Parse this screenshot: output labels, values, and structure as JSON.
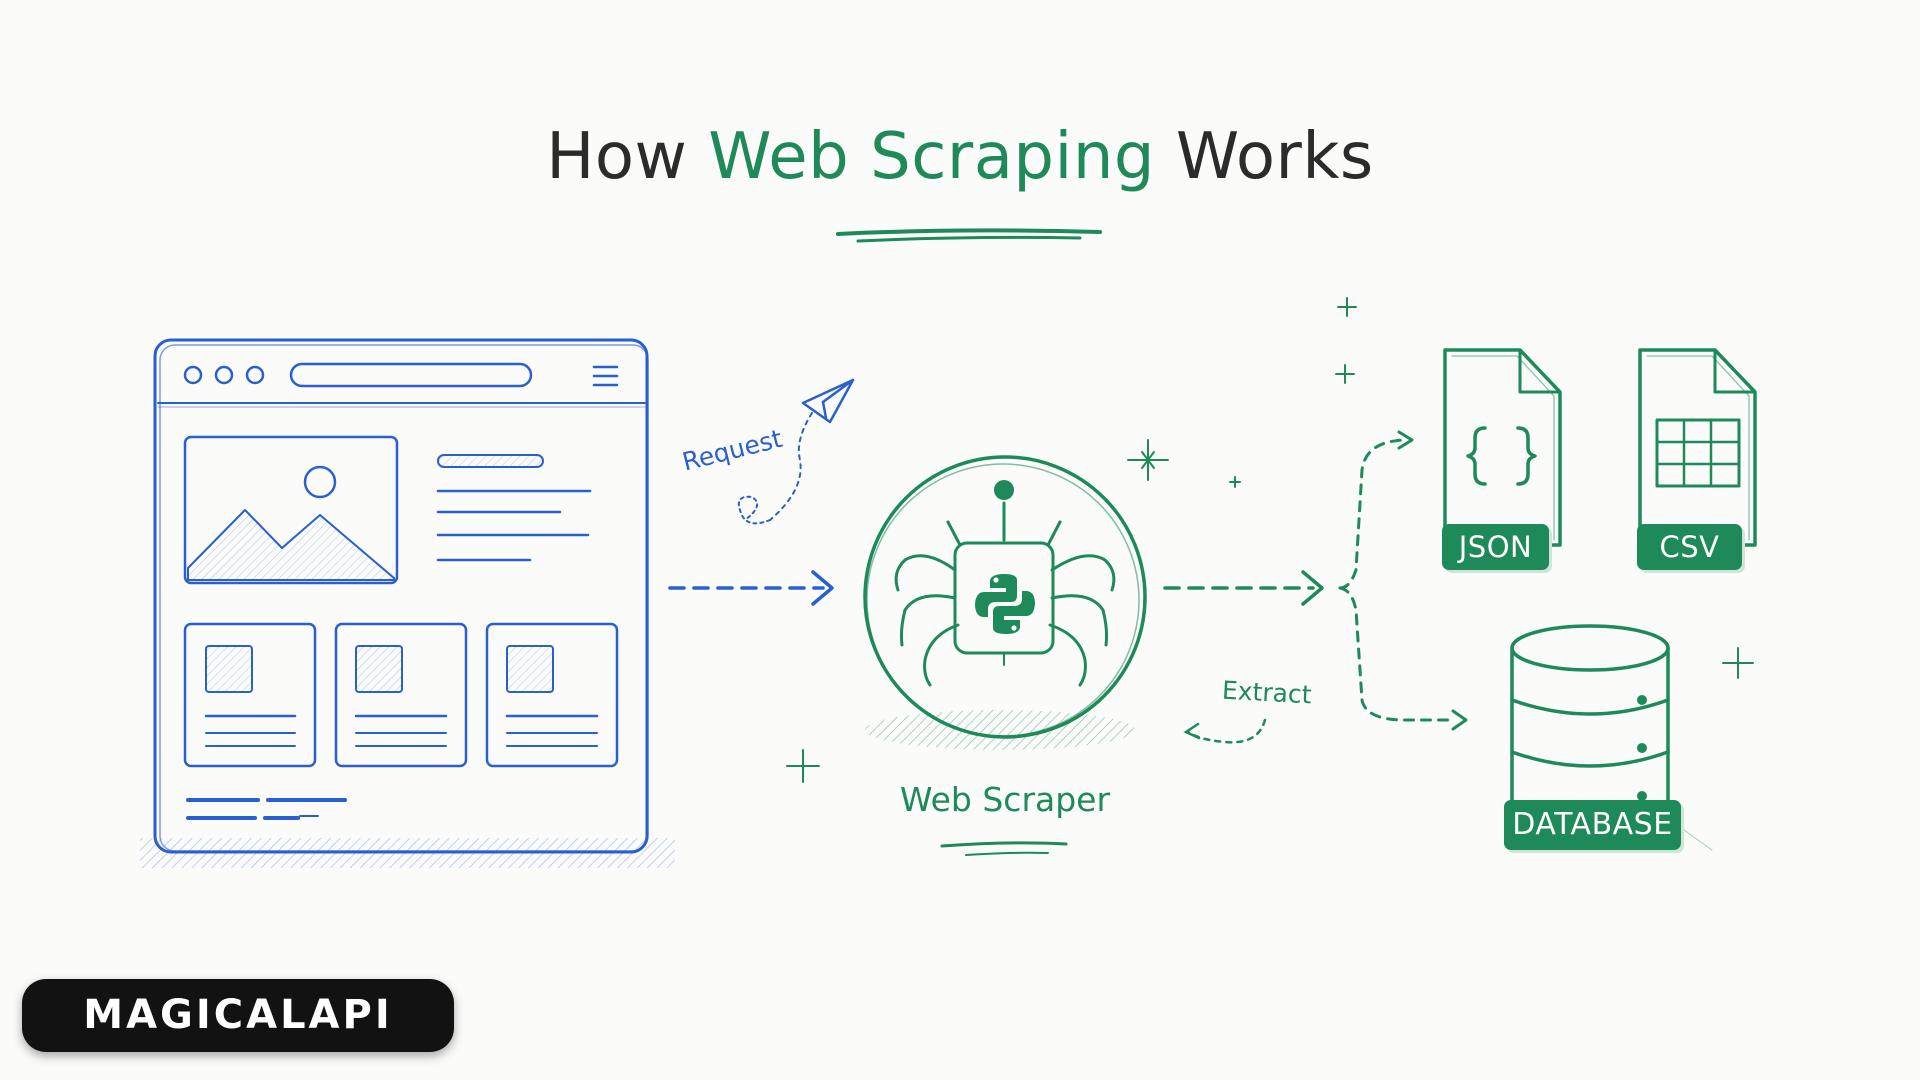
{
  "title": {
    "prefix": "How",
    "accent": "Web Scraping",
    "suffix": "Works"
  },
  "labels": {
    "request": "Request",
    "extract": "Extract",
    "web_scraper": "Web Scraper"
  },
  "outputs": {
    "json": "JSON",
    "csv": "CSV",
    "database": "DATABASE"
  },
  "logo": {
    "text": "MAGICALAPI"
  },
  "colors": {
    "blue": "#2a5fd0",
    "green": "#1e8a5a",
    "dark": "#2b2b2b",
    "logo_bg": "#121212"
  },
  "icons": [
    "browser-window-icon",
    "paper-plane-icon",
    "spider-bot-icon",
    "python-logo-icon",
    "json-file-icon",
    "csv-file-icon",
    "database-icon",
    "sparkle-icon"
  ]
}
